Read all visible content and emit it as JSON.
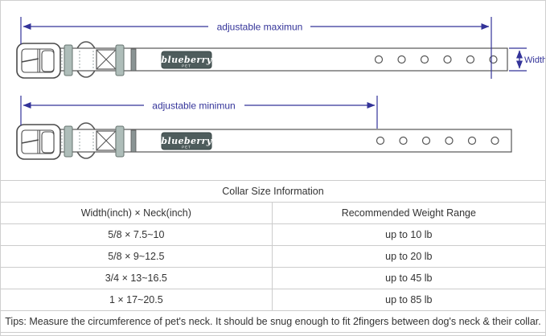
{
  "diagram": {
    "max_label": "adjustable maximun",
    "min_label": "adjustable minimun",
    "width_label": "Width",
    "brand": {
      "name": "blueberry",
      "sub": "PET"
    },
    "colors": {
      "dimension_line": "#333399",
      "collar_outline": "#555555",
      "keeper_fill": "#aebdb9",
      "logo_patch": "#4e5c5c",
      "background": "#ffffff",
      "table_border": "#cccccc"
    }
  },
  "table": {
    "title": "Collar Size Information",
    "columns": [
      "Width(inch) × Neck(inch)",
      "Recommended Weight Range"
    ],
    "rows": [
      {
        "size": "5/8 × 7.5~10",
        "weight": "up to 10 lb"
      },
      {
        "size": "5/8 × 9~12.5",
        "weight": "up to 20 lb"
      },
      {
        "size": "3/4 × 13~16.5",
        "weight": "up to 45 lb"
      },
      {
        "size": "1 × 17~20.5",
        "weight": "up to 85 lb"
      }
    ],
    "tips": "Tips: Measure the circumference of pet's neck. It should be snug enough to fit 2fingers between dog's neck & their collar."
  }
}
